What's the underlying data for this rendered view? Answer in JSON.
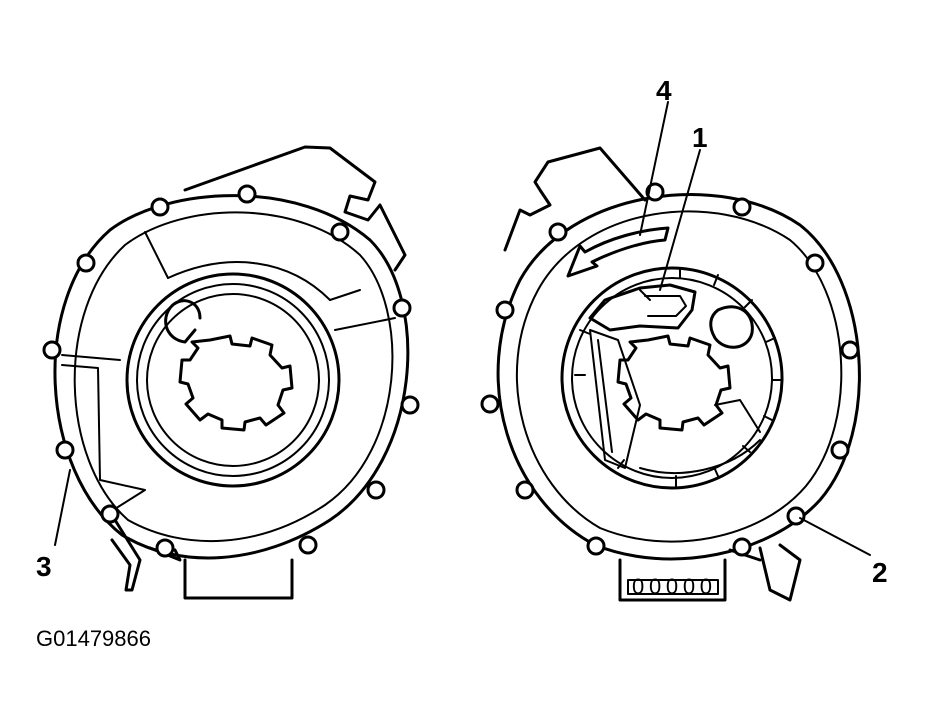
{
  "callouts": {
    "one": "1",
    "two": "2",
    "three": "3",
    "four": "4"
  },
  "figure_id": "G01479866",
  "connector_label": "00000"
}
